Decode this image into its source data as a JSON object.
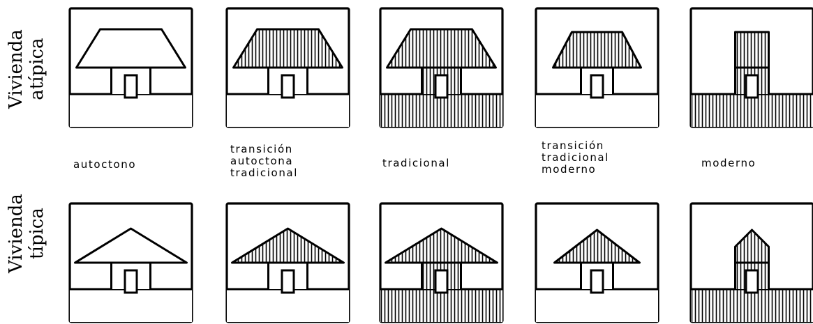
{
  "rows": [
    {
      "label_line1": "Vivienda",
      "label_line2": "atípica",
      "roof_style": "trapezoid"
    },
    {
      "label_line1": "Vivienda",
      "label_line2": "típica",
      "roof_style": "triangle"
    }
  ],
  "captions": [
    {
      "lines": [
        "autoctono"
      ]
    },
    {
      "lines": [
        "transición",
        "autoctona",
        "tradicional"
      ]
    },
    {
      "lines": [
        "tradicional"
      ]
    },
    {
      "lines": [
        "transición",
        "tradicional",
        "moderno"
      ]
    },
    {
      "lines": [
        "moderno"
      ]
    }
  ],
  "stages": [
    {
      "roof_hatched": false,
      "body_hatched": false,
      "ground_hatched": false
    },
    {
      "roof_hatched": true,
      "body_hatched": false,
      "ground_hatched": false
    },
    {
      "roof_hatched": true,
      "body_hatched": true,
      "ground_hatched": true
    },
    {
      "roof_hatched": true,
      "body_hatched": false,
      "ground_hatched": false
    },
    {
      "roof_hatched": true,
      "body_hatched": true,
      "ground_hatched": true
    }
  ],
  "colors": {
    "ink": "#000000",
    "paper": "#ffffff"
  }
}
